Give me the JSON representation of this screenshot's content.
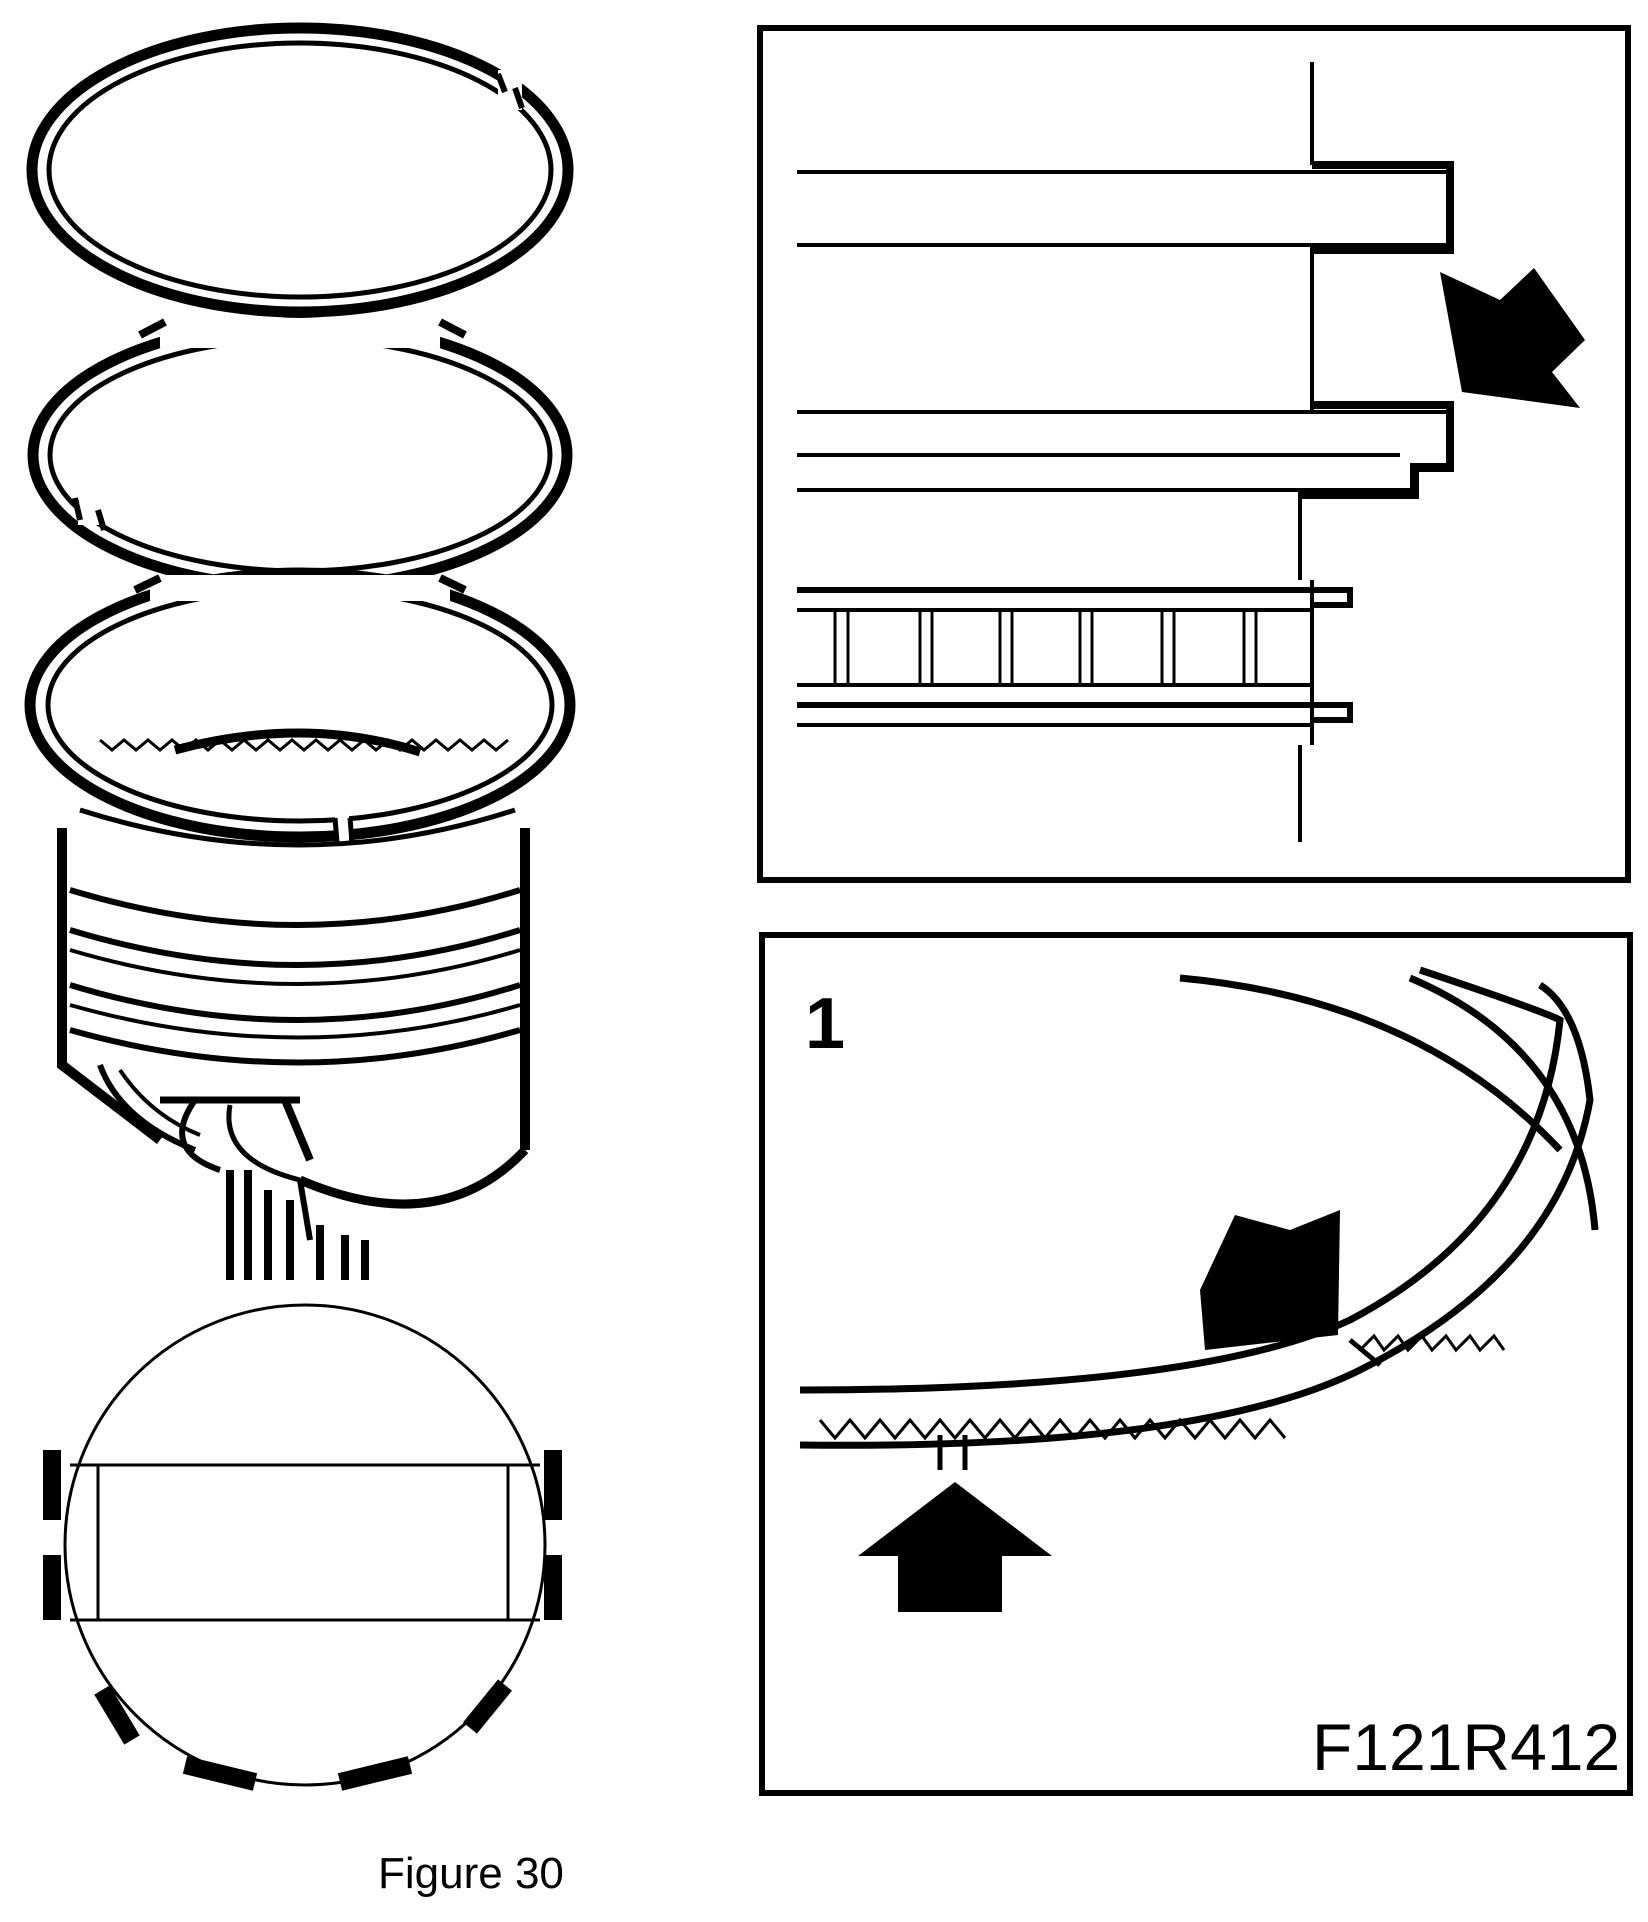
{
  "caption": "Figure 30",
  "reference_code": "F121R412",
  "inset_number": "1",
  "colors": {
    "ink": "#000000",
    "paper": "#ffffff"
  },
  "parts": {
    "rings": [
      "top-compression-ring",
      "second-compression-ring",
      "oil-control-ring"
    ],
    "piston": "piston",
    "piston_top_view": "piston-crown-top-view",
    "section_panel": "ring-groove-section-detail",
    "detail_panel": "oil-ring-gap-detail"
  },
  "icons": [
    "arrow-down-left-icon",
    "arrow-up-icon"
  ]
}
